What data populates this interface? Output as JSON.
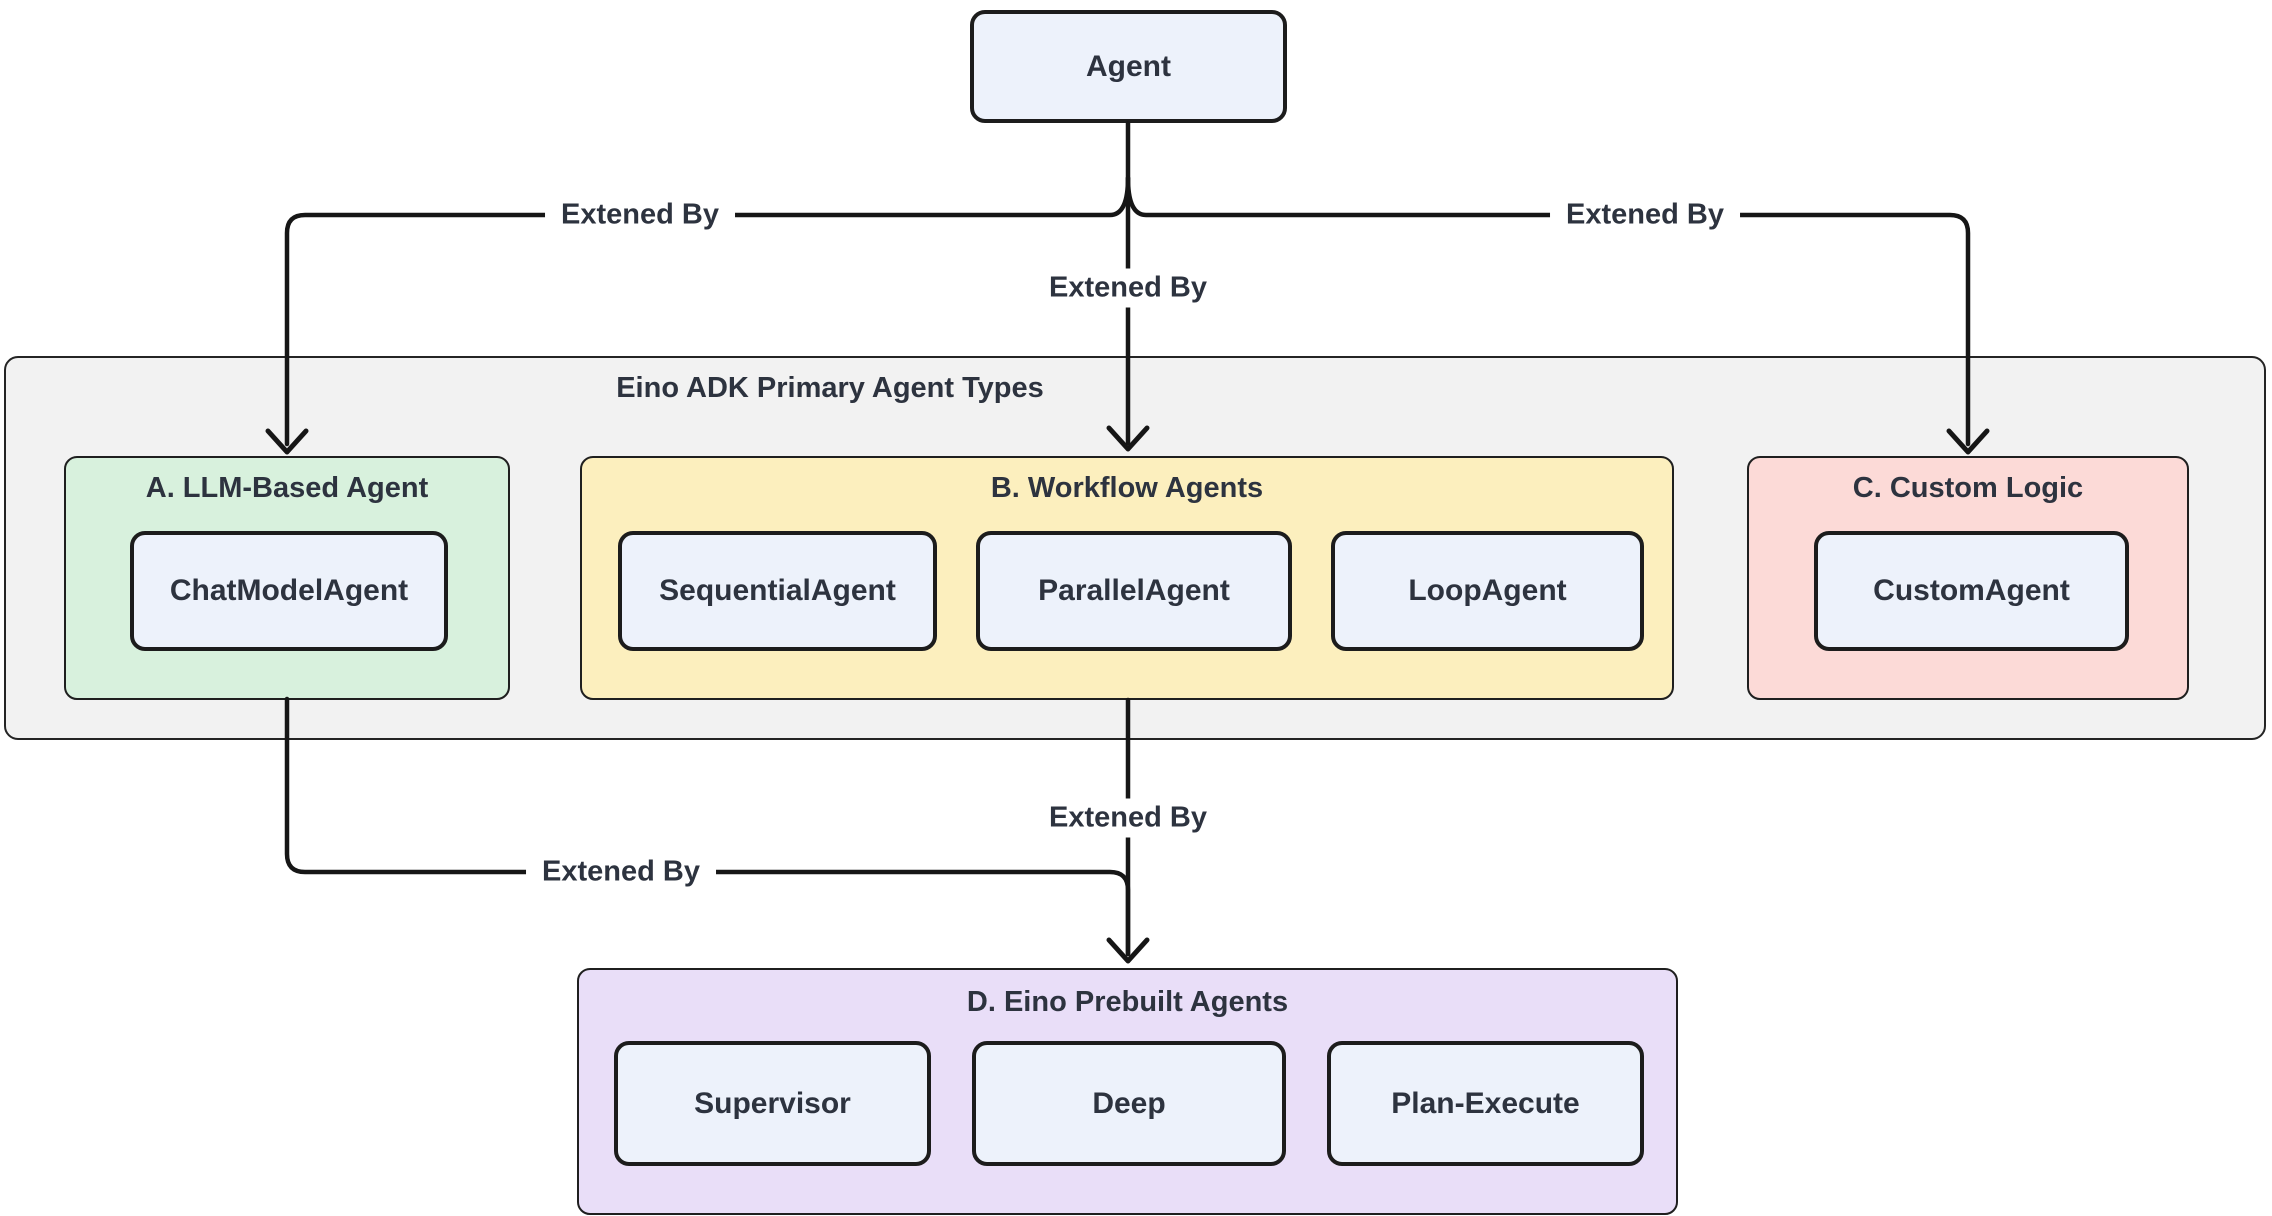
{
  "diagram": {
    "root": {
      "label": "Agent"
    },
    "container": {
      "title": "Eino ADK Primary Agent Types"
    },
    "groups": {
      "a": {
        "title": "A. LLM-Based Agent",
        "fill": "#d8f1dd"
      },
      "b": {
        "title": "B. Workflow Agents",
        "fill": "#fcefbe"
      },
      "c": {
        "title": "C. Custom Logic",
        "fill": "#fcdad7"
      },
      "d": {
        "title": "D. Eino Prebuilt Agents",
        "fill": "#e9def8"
      }
    },
    "nodes": {
      "chat_model_agent": "ChatModelAgent",
      "sequential_agent": "SequentialAgent",
      "parallel_agent": "ParallelAgent",
      "loop_agent": "LoopAgent",
      "custom_agent": "CustomAgent",
      "supervisor": "Supervisor",
      "deep": "Deep",
      "plan_execute": "Plan-Execute"
    },
    "edge_labels": [
      "Extened By",
      "Extened By",
      "Extened By",
      "Extened By",
      "Extened By"
    ],
    "colors": {
      "node_fill": "#edf2fb",
      "container_fill": "#f2f2f2",
      "line": "#161616",
      "text": "#2d333f"
    }
  }
}
